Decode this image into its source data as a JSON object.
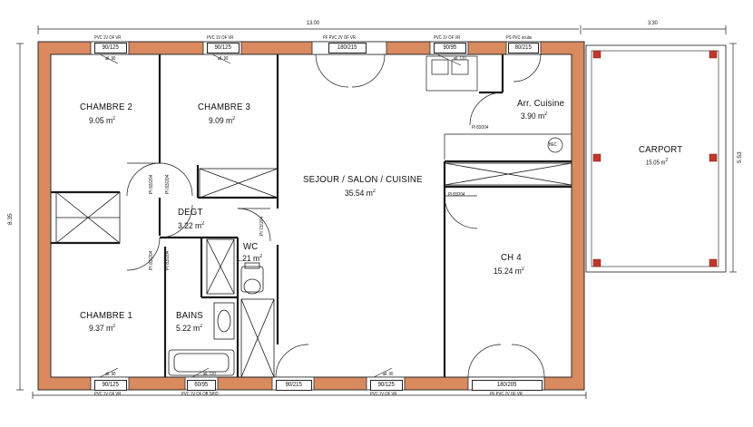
{
  "dimensions": {
    "house_width": "13.00",
    "carport_width": "3.30",
    "house_depth": "8.35",
    "carport_depth": "5.53"
  },
  "rooms": {
    "chambre2": {
      "name": "CHAMBRE 2",
      "area": "9.05 m",
      "unit_exp": "2"
    },
    "chambre3": {
      "name": "CHAMBRE 3",
      "area": "9.09 m",
      "unit_exp": "2"
    },
    "sejour": {
      "name": "SEJOUR / SALON / CUISINE",
      "area": "35.54 m",
      "unit_exp": "2"
    },
    "arr_cuisine": {
      "name": "Arr. Cuisine",
      "area": "3.90 m",
      "unit_exp": "2"
    },
    "carport": {
      "name": "CARPORT",
      "area": "15.05 m",
      "unit_exp": "2"
    },
    "degt": {
      "name": "DEGT",
      "area": "3.22 m",
      "unit_exp": "2"
    },
    "wc": {
      "name": "WC",
      "area": "1.21 m",
      "unit_exp": "2"
    },
    "ch4": {
      "name": "CH 4",
      "area": "15.24 m",
      "unit_exp": "2"
    },
    "chambre1": {
      "name": "CHAMBRE 1",
      "area": "9.37 m",
      "unit_exp": "2"
    },
    "bains": {
      "name": "BAINS",
      "area": "5.22 m",
      "unit_exp": "2"
    }
  },
  "openings": {
    "top_win1": {
      "size": "90/125",
      "spec": "PVC 1V OF VR",
      "note": "all. 90"
    },
    "top_win2": {
      "size": "90/125",
      "spec": "PVC 1V OF VR",
      "note": "all. 90"
    },
    "top_door": {
      "size": "180/215",
      "spec": "PF PVC 2V OF VR"
    },
    "top_win3": {
      "size": "90/95",
      "spec": "PVC 1V OF VR",
      "note": "all. 120"
    },
    "top_win4": {
      "size": "80/215",
      "spec": "PS PVC ocube"
    },
    "bot_win1": {
      "size": "90/125",
      "spec": "PVC 1V OF VR",
      "note": "all. 90"
    },
    "bot_win2": {
      "size": "60/95",
      "spec": "PVC 1V OF OB SPID",
      "note": "all. 120"
    },
    "bot_door": {
      "size": "90/215"
    },
    "bot_win3": {
      "size": "90/125",
      "spec": "PVC 1V OF VR",
      "note": "all. 90"
    },
    "bot_door2": {
      "size": "180/205",
      "spec": "PF PVC 2V OF VR"
    }
  },
  "interior_doors": {
    "d1": "PI 83/204",
    "d2": "PI 83/204",
    "d3": "PI 83/204",
    "d4": "PI 83/204",
    "d5": "PI 73/204",
    "d6": "PI 83/204"
  },
  "fixtures": {
    "bec": "BEC"
  },
  "colors": {
    "wall_fill": "#d98a5f",
    "wall_line": "#2a2a2a",
    "carport_post": "#c0392b",
    "line": "#1a1a1a"
  }
}
